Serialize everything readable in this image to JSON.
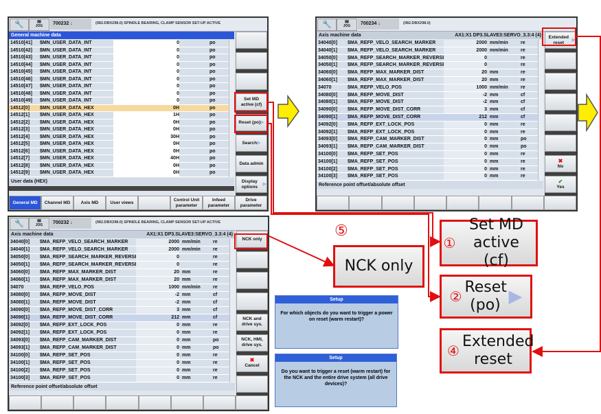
{
  "panels": [
    {
      "id": "p1",
      "title_number": "700232",
      "title_msg": "(082.DBX298.0) SPINDLE BEARING, CLAMP SENSOR SET-UP ACTIVE",
      "jog": "JOG",
      "list_title": "General machine data",
      "list_subtitle": "",
      "rows": [
        [
          "14510[41]",
          "$MN_USER_DATA_INT",
          "0",
          "",
          "po"
        ],
        [
          "14510[42]",
          "$MN_USER_DATA_INT",
          "0",
          "",
          "po"
        ],
        [
          "14510[43]",
          "$MN_USER_DATA_INT",
          "0",
          "",
          "po"
        ],
        [
          "14510[44]",
          "$MN_USER_DATA_INT",
          "0",
          "",
          "po"
        ],
        [
          "14510[45]",
          "$MN_USER_DATA_INT",
          "0",
          "",
          "po"
        ],
        [
          "14510[46]",
          "$MN_USER_DATA_INT",
          "0",
          "",
          "po"
        ],
        [
          "14510[47]",
          "$MN_USER_DATA_INT",
          "0",
          "",
          "po"
        ],
        [
          "14510[48]",
          "$MN_USER_DATA_INT",
          "0",
          "",
          "po"
        ],
        [
          "14510[49]",
          "$MN_USER_DATA_INT",
          "0",
          "",
          "po"
        ],
        [
          "14512[0]",
          "$MN_USER_DATA_HEX",
          "0H",
          "",
          "po"
        ],
        [
          "14512[1]",
          "$MN_USER_DATA_HEX",
          "1H",
          "",
          "po"
        ],
        [
          "14512[2]",
          "$MN_USER_DATA_HEX",
          "0H",
          "",
          "po"
        ],
        [
          "14512[3]",
          "$MN_USER_DATA_HEX",
          "0H",
          "",
          "po"
        ],
        [
          "14512[4]",
          "$MN_USER_DATA_HEX",
          "30H",
          "",
          "po"
        ],
        [
          "14512[5]",
          "$MN_USER_DATA_HEX",
          "0H",
          "",
          "po"
        ],
        [
          "14512[6]",
          "$MN_USER_DATA_HEX",
          "0H",
          "",
          "po"
        ],
        [
          "14512[7]",
          "$MN_USER_DATA_HEX",
          "40H",
          "",
          "po"
        ],
        [
          "14512[8]",
          "$MN_USER_DATA_HEX",
          "0H",
          "",
          "po"
        ],
        [
          "14512[9]",
          "$MN_USER_DATA_HEX",
          "0H",
          "",
          "po"
        ]
      ],
      "selected_row": 9,
      "status": "User data (HEX)",
      "softkeys": [
        "",
        "",
        "",
        "Set MD active (cf)",
        "Reset (po)",
        "Search",
        "Data admin",
        "Display options"
      ],
      "tabs": [
        "General MD",
        "Channel MD",
        "Axis MD",
        "User views",
        "",
        "Control Unit parameter",
        "Infeed parameter",
        "Drive parameter"
      ],
      "active_tab": 0
    },
    {
      "id": "p2",
      "title_number": "700234",
      "title_msg": "(082.DBX298.0)",
      "jog": "JOG",
      "list_title": "Axis machine data",
      "list_subtitle": "AX1:X1 DP3.SLAVE3:SERVO_3.3:4 (4)",
      "rows": "shared",
      "selected_row": 10,
      "status": "Reference point offset/absolute offset",
      "softkeys": [
        "Extended reset",
        "",
        "",
        "",
        "",
        "",
        "No",
        "Yes"
      ],
      "tabs": [
        "",
        "",
        "",
        "",
        "",
        "",
        "",
        ""
      ],
      "dialog": {
        "title": "Setup",
        "message": "Do you want to trigger a reset (warm restart) for the NCK and the entire drive system (all drive devices)?"
      }
    },
    {
      "id": "p3",
      "title_number": "700232",
      "title_msg": "(082.DBX298.0) SPINDLE BEARING, CLAMP SENSOR SET-UP ACTIVE",
      "jog": "JOG",
      "list_title": "Axis machine data",
      "list_subtitle": "AX1:X1 DP3.SLAVE3:SERVO_3.3:4 (4)",
      "rows": "shared",
      "selected_row": 10,
      "status": "Reference point offset/absolute offset",
      "softkeys": [
        "NCK only",
        "",
        "",
        "",
        "NCK and drive sys.",
        "NCK, HMI, drive sys.",
        "Cancel",
        ""
      ],
      "tabs": [
        "",
        "",
        "",
        "",
        "",
        "",
        "",
        ""
      ],
      "dialog": {
        "title": "Setup",
        "message": "For which objects do you want to trigger a power on reset (warm restart)?"
      }
    }
  ],
  "axis_rows": [
    [
      "34040[0]",
      "$MA_REFP_VELO_SEARCH_MARKER",
      "2000",
      "mm/min",
      "re"
    ],
    [
      "34040[1]",
      "$MA_REFP_VELO_SEARCH_MARKER",
      "2000",
      "mm/min",
      "re"
    ],
    [
      "34050[0]",
      "$MA_REFP_SEARCH_MARKER_REVERSE",
      "0",
      "",
      "re"
    ],
    [
      "34050[1]",
      "$MA_REFP_SEARCH_MARKER_REVERSE",
      "0",
      "",
      "re"
    ],
    [
      "34060[0]",
      "$MA_REFP_MAX_MARKER_DIST",
      "20",
      "mm",
      "re"
    ],
    [
      "34060[1]",
      "$MA_REFP_MAX_MARKER_DIST",
      "20",
      "mm",
      "re"
    ],
    [
      "34070",
      "$MA_REFP_VELO_POS",
      "1000",
      "mm/min",
      "re"
    ],
    [
      "34080[0]",
      "$MA_REFP_MOVE_DIST",
      "-2",
      "mm",
      "cf"
    ],
    [
      "34080[1]",
      "$MA_REFP_MOVE_DIST",
      "-2",
      "mm",
      "cf"
    ],
    [
      "34090[0]",
      "$MA_REFP_MOVE_DIST_CORR",
      "3",
      "mm",
      "cf"
    ],
    [
      "34090[1]",
      "$MA_REFP_MOVE_DIST_CORR",
      "212",
      "mm",
      "cf"
    ],
    [
      "34092[0]",
      "$MA_REFP_EXT_LOCK_POS",
      "0",
      "mm",
      "re"
    ],
    [
      "34092[1]",
      "$MA_REFP_EXT_LOCK_POS",
      "0",
      "mm",
      "re"
    ],
    [
      "34093[0]",
      "$MA_REFP_CAM_MARKER_DIST",
      "0",
      "mm",
      "po"
    ],
    [
      "34093[1]",
      "$MA_REFP_CAM_MARKER_DIST",
      "0",
      "mm",
      "po"
    ],
    [
      "34100[0]",
      "$MA_REFP_SET_POS",
      "0",
      "mm",
      "re"
    ],
    [
      "34100[1]",
      "$MA_REFP_SET_POS",
      "0",
      "mm",
      "re"
    ],
    [
      "34100[2]",
      "$MA_REFP_SET_POS",
      "0",
      "mm",
      "re"
    ],
    [
      "34100[3]",
      "$MA_REFP_SET_POS",
      "0",
      "mm",
      "re"
    ]
  ],
  "callouts": {
    "c1_num": "①",
    "c1_text": "Set MD active (cf)",
    "c2_num": "②",
    "c2_text": "Reset (po)",
    "c4_num": "④",
    "c4_text": "Extended reset",
    "c5_num": "⑤",
    "c5_text": "NCK only"
  },
  "colors": {
    "accent_red": "#e01010",
    "arrow_yellow": "#ffee00",
    "header_blue": "#2c56d8"
  }
}
